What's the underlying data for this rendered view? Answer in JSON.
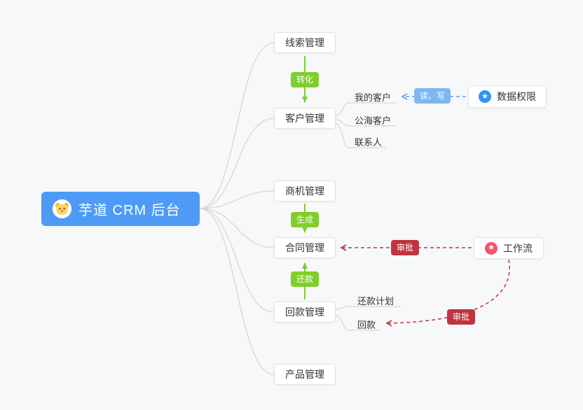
{
  "root": {
    "label": "芋道 CRM 后台"
  },
  "nodes": {
    "lead": "线索管理",
    "customer": "客户管理",
    "opportunity": "商机管理",
    "contract": "合同管理",
    "receivable": "回款管理",
    "product": "产品管理"
  },
  "customer_children": {
    "my": "我的客户",
    "pool": "公海客户",
    "contact": "联系人"
  },
  "receivable_children": {
    "plan": "还款计划",
    "payment": "回款"
  },
  "badges": {
    "convert": "转化",
    "generate": "生成",
    "repay": "还款",
    "read_write": "读、写",
    "approve_contract": "审批",
    "approve_payment": "审批"
  },
  "side_nodes": {
    "data_permission": "数据权限",
    "workflow": "工作流"
  },
  "icons": {
    "star": "★"
  },
  "colors": {
    "background": "#F7F8FA",
    "root_bg": "#4D9BF6",
    "green_badge": "#7FCE2B",
    "blue_badge": "#7CB8F0",
    "red_badge": "#BE3440",
    "blue_dashed_line": "#5B9BF8",
    "red_dashed_line": "#C23440",
    "wire_gray": "#D6D6D8"
  }
}
